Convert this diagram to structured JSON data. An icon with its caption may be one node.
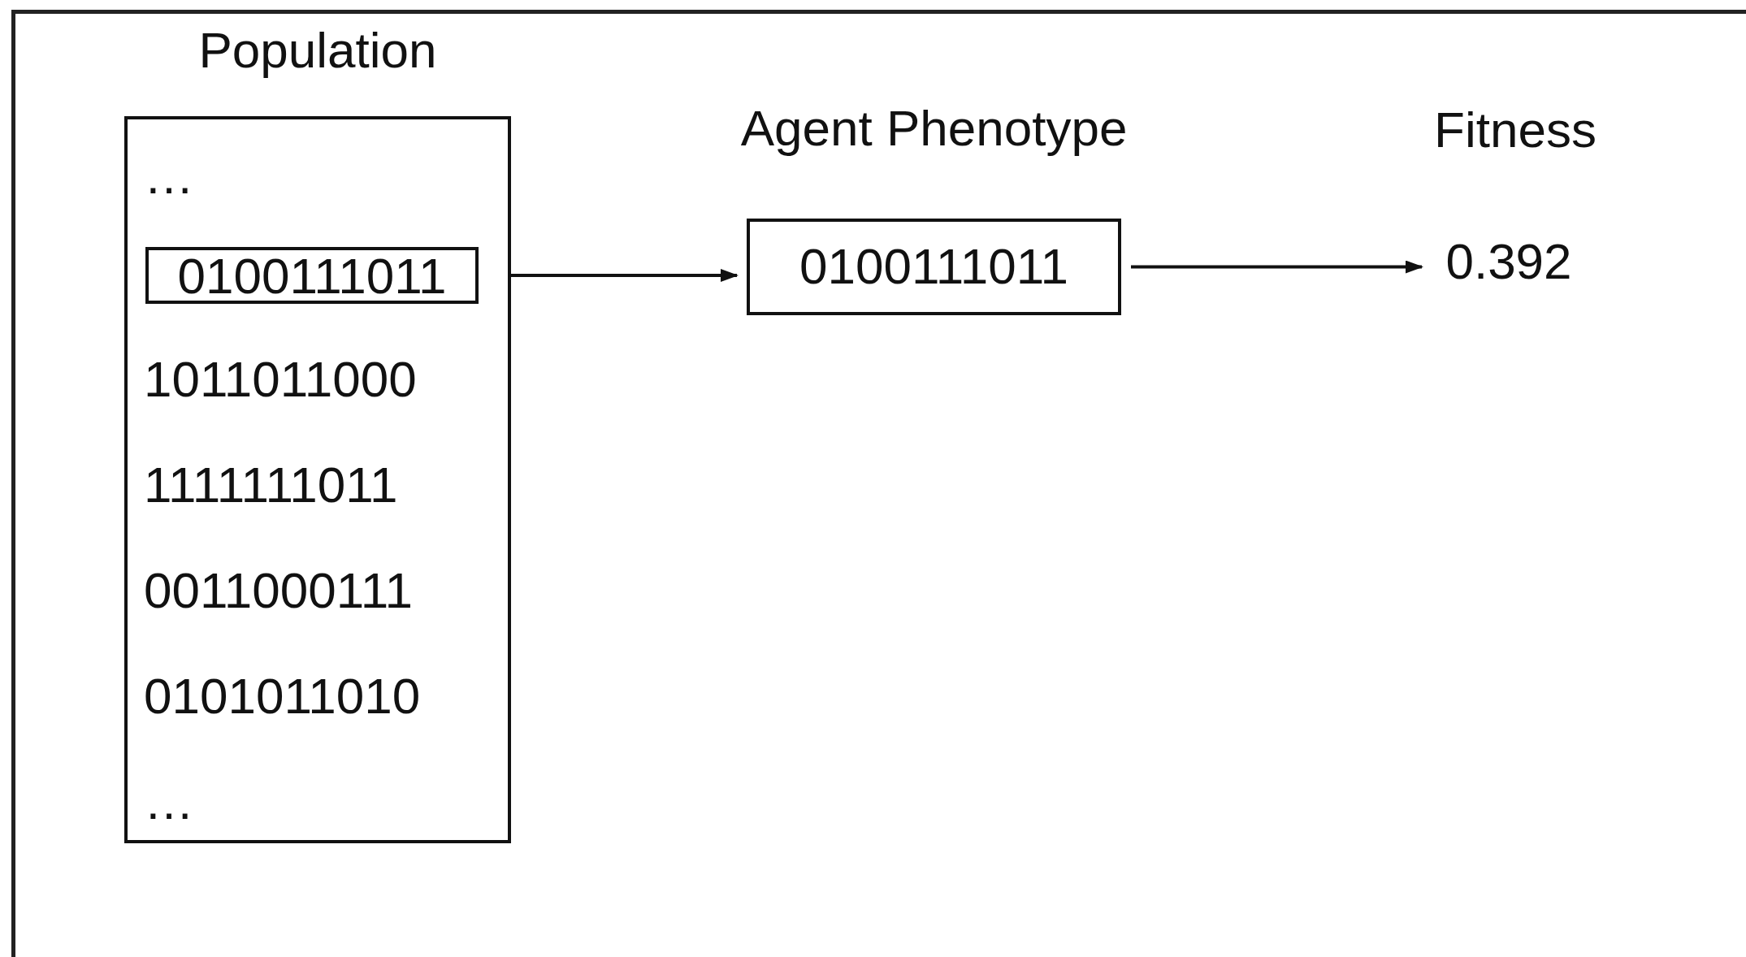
{
  "diagram": {
    "nodes": [
      {
        "text": [
          "Population",
          "…",
          "1011011000",
          "1111111011",
          "0011000111",
          "0101011010",
          "…"
        ]
      },
      {
        "text": [
          "0100111011"
        ],
        "in": 0
      },
      {
        "text": [
          "Agent Phenotype",
          "0100111011"
        ]
      },
      {
        "text": [
          "0.392"
        ]
      }
    ],
    "edges": [
      {
        "from": 1,
        "to": 2,
        "arrow": "to"
      },
      {
        "from": 2,
        "to": 3,
        "arrow": "to"
      }
    ],
    "labels": [
      "Fitness"
    ]
  }
}
